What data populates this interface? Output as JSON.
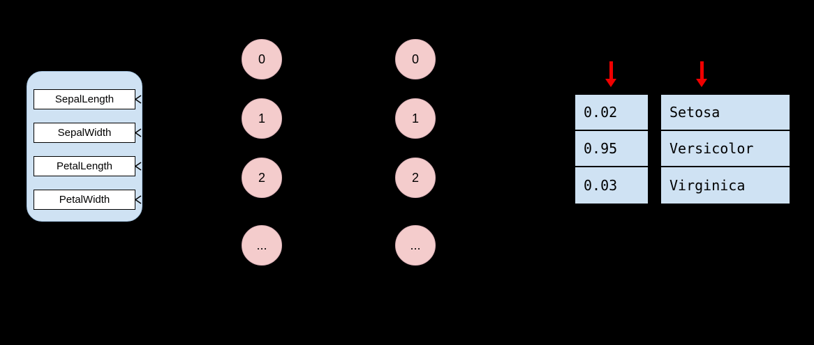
{
  "diagram": {
    "input_features": {
      "items": [
        {
          "label": "SepalLength"
        },
        {
          "label": "SepalWidth"
        },
        {
          "label": "PetalLength"
        },
        {
          "label": "PetalWidth"
        }
      ]
    },
    "hidden_layer_1": {
      "nodes": [
        {
          "label": "0"
        },
        {
          "label": "1"
        },
        {
          "label": "2"
        },
        {
          "label": "..."
        }
      ]
    },
    "hidden_layer_2": {
      "nodes": [
        {
          "label": "0"
        },
        {
          "label": "1"
        },
        {
          "label": "2"
        },
        {
          "label": "..."
        }
      ]
    },
    "output_probabilities": {
      "rows": [
        {
          "value": "0.02"
        },
        {
          "value": "0.95"
        },
        {
          "value": "0.03"
        }
      ]
    },
    "output_classes": {
      "rows": [
        {
          "value": "Setosa"
        },
        {
          "value": "Versicolor"
        },
        {
          "value": "Virginica"
        }
      ]
    },
    "colors": {
      "background": "#000000",
      "panel_fill": "#cfe2f3",
      "feature_box_fill": "#ffffff",
      "node_fill": "#f4cccc",
      "table_fill": "#cfe2f3",
      "arrow_red": "#f00000"
    }
  }
}
